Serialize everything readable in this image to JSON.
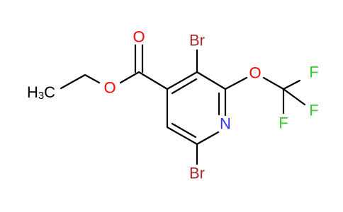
{
  "molecule": {
    "colors": {
      "bond": "#000000",
      "carbon": "#000000",
      "oxygen": "#ff0000",
      "nitrogen": "#3333ff",
      "bromine": "#a52a2a",
      "fluorine": "#33cc33"
    },
    "atoms": {
      "br_top": "Br",
      "br_bottom": "Br",
      "o_carbonyl": "O",
      "o_ester": "O",
      "o_ether": "O",
      "n_ring": "N",
      "f_top": "F",
      "f_right": "F",
      "f_bottom": "F",
      "methyl_main": "H",
      "methyl_sub": "3",
      "methyl_c": "C"
    }
  }
}
